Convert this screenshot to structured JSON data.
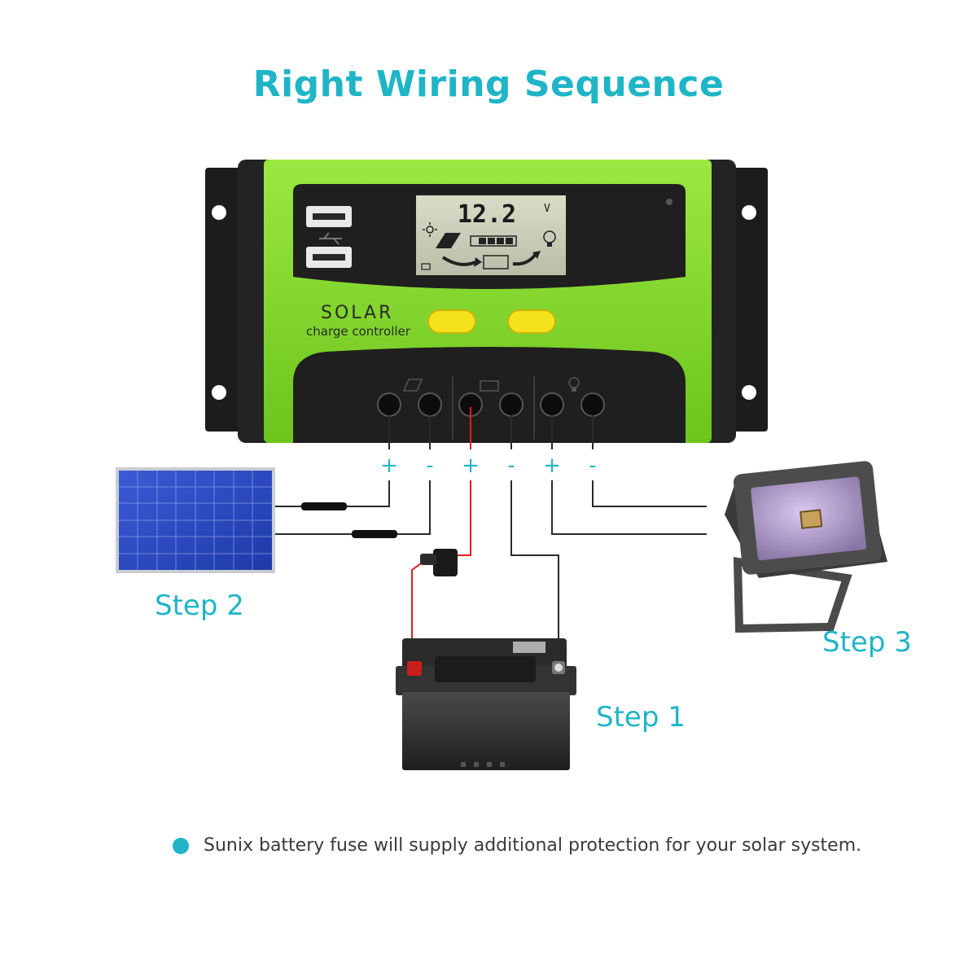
{
  "title": "Right Wiring Sequence",
  "controller": {
    "brand": "SOLAR",
    "subtitle": "charge controller",
    "lcd_voltage": "12.2",
    "lcd_unit": "V"
  },
  "terminals": {
    "polarity": [
      "+",
      "-",
      "+",
      "-",
      "+",
      "-"
    ]
  },
  "steps": {
    "battery": "Step 1",
    "solar_panel": "Step 2",
    "load": "Step 3"
  },
  "note": "Sunix battery fuse will supply additional protection for your solar system.",
  "colors": {
    "accent": "#1fb5c7",
    "controller_green": "#7ed321",
    "button_yellow": "#f5e21c",
    "positive_wire": "#e02020",
    "wire": "#2a2a2a"
  }
}
